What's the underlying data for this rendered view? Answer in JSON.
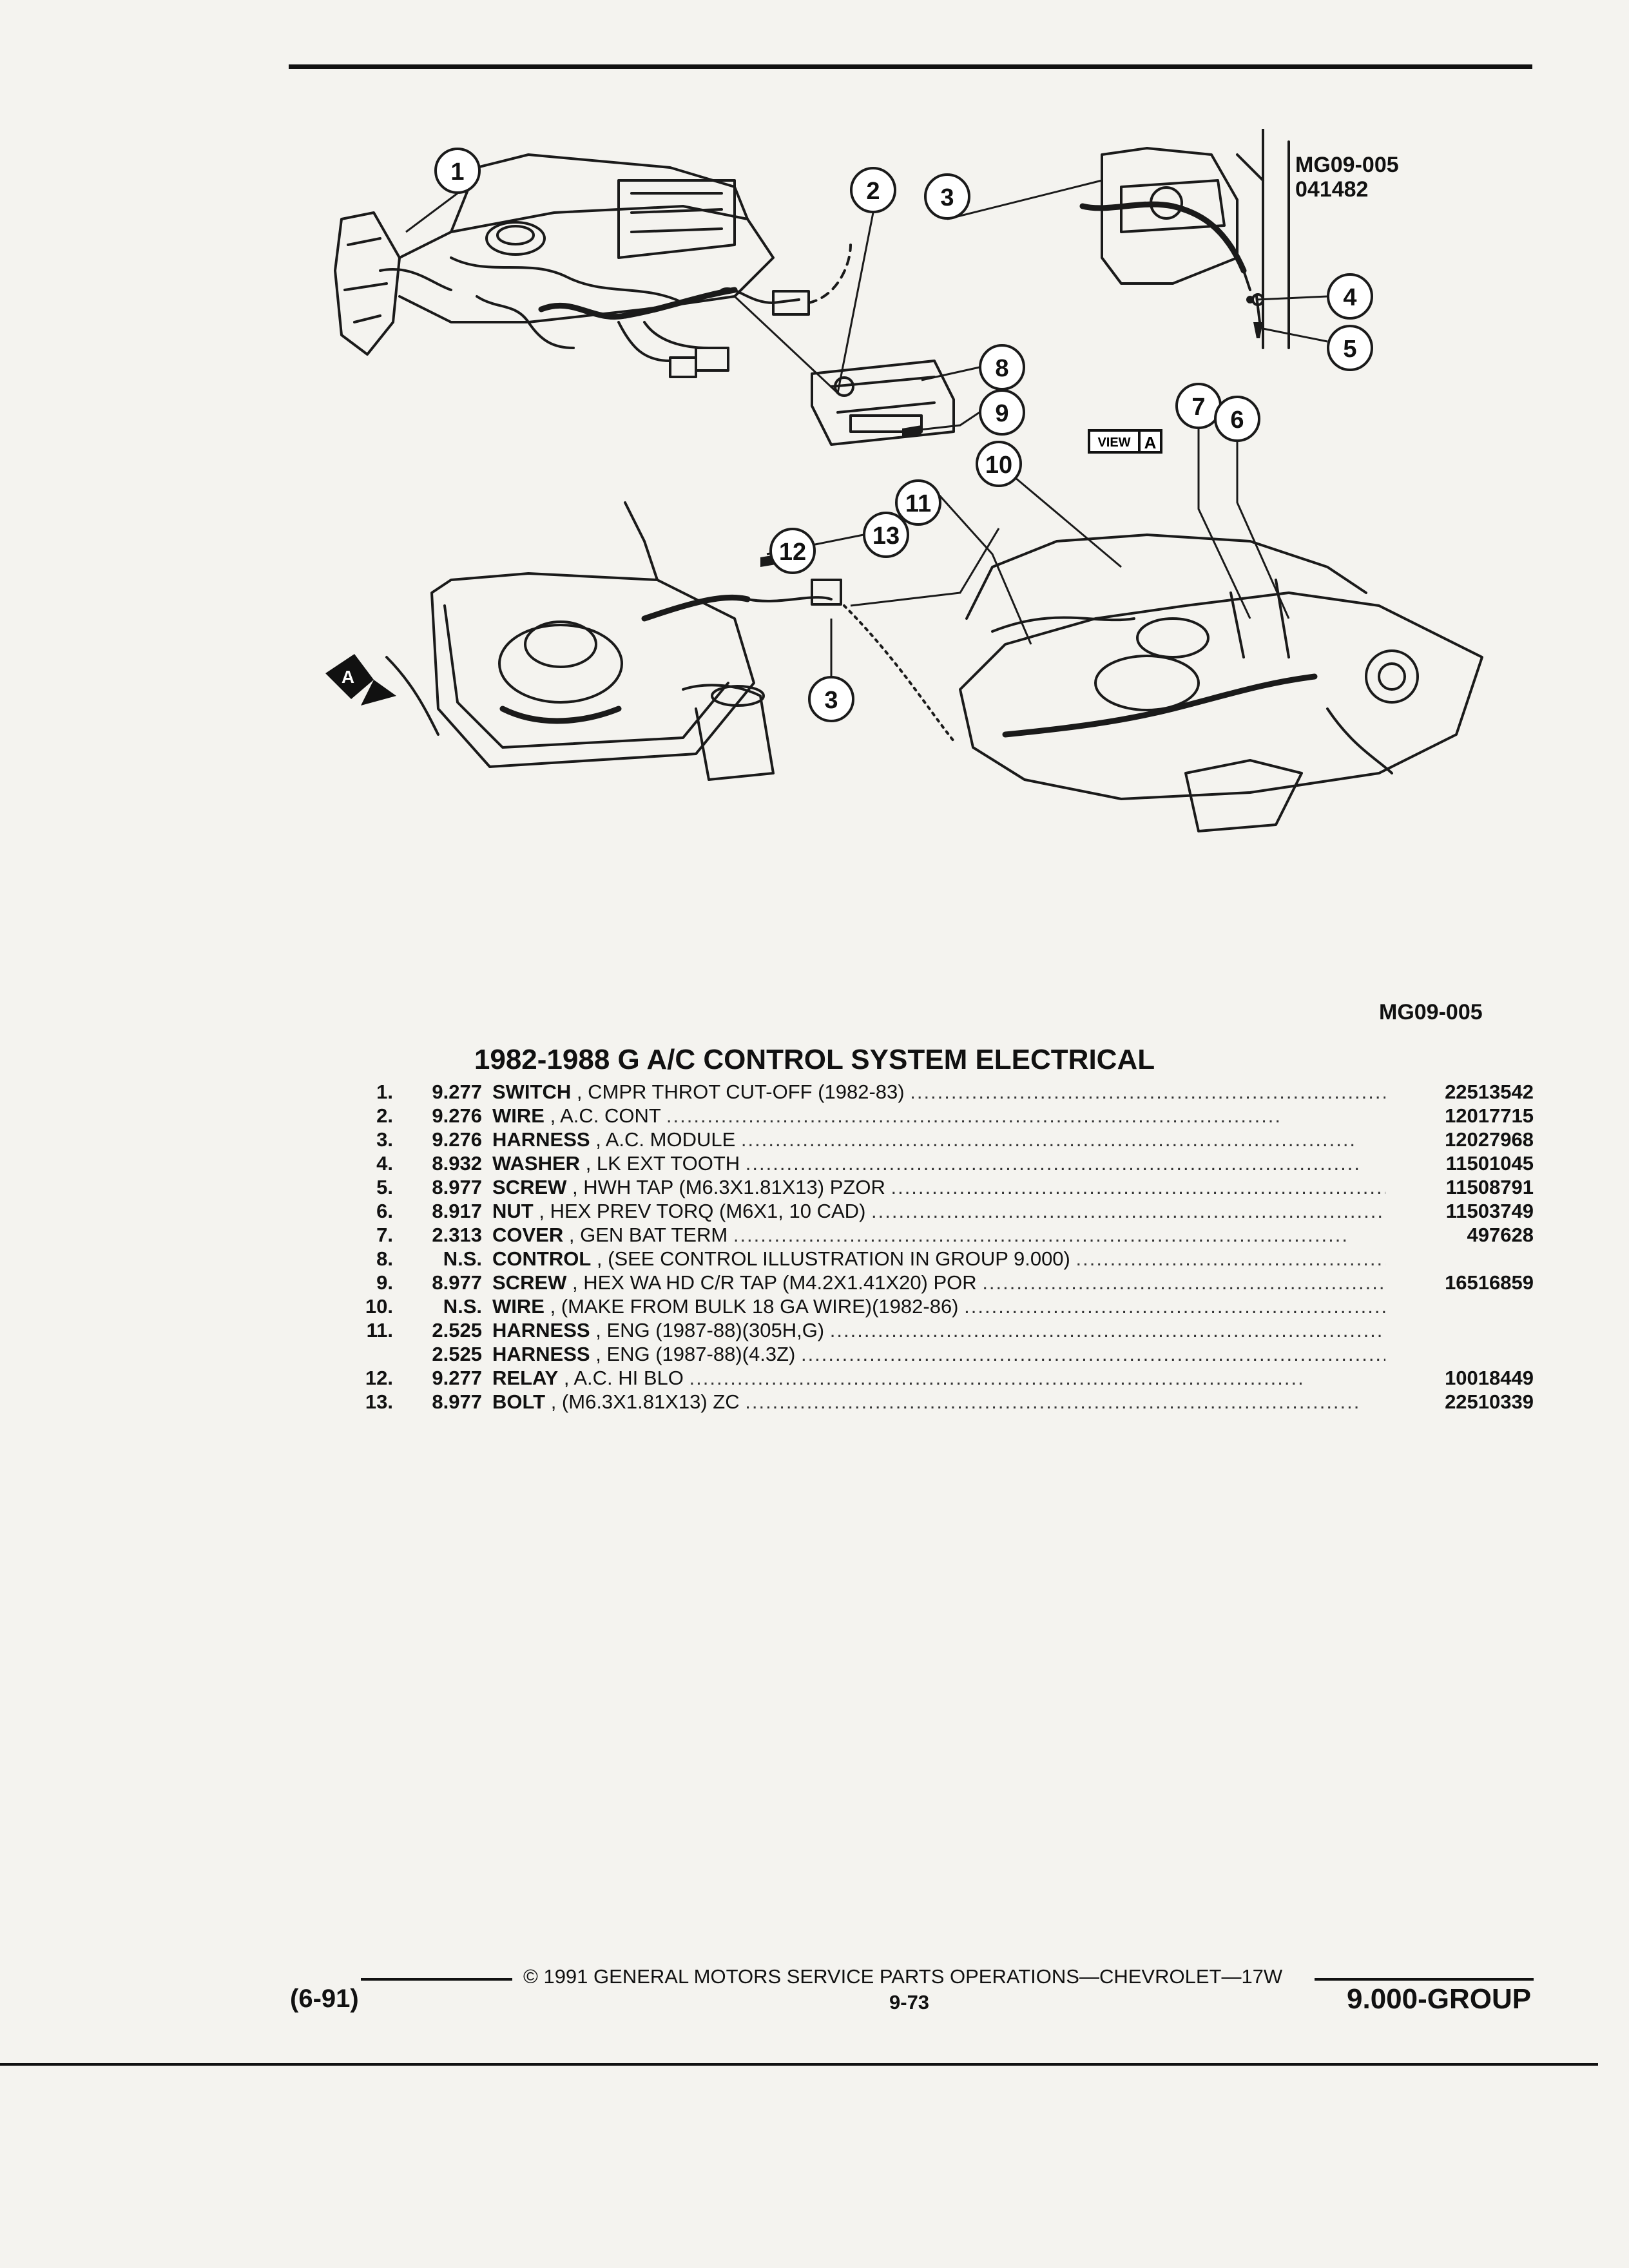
{
  "figure": {
    "id_top": "MG09-005",
    "date_code": "041482",
    "id_bottom": "MG09-005",
    "view_label": "VIEW",
    "view_letter": "A",
    "arrow_letter": "A",
    "callouts": [
      "1",
      "2",
      "3",
      "4",
      "5",
      "8",
      "9",
      "13",
      "10",
      "7",
      "6",
      "12",
      "11",
      "3"
    ]
  },
  "title": "1982-1988 G A/C CONTROL SYSTEM ELECTRICAL",
  "parts": [
    {
      "num": "1.",
      "group": "9.277",
      "name": "SWITCH",
      "desc": ", CMPR THROT CUT-OFF (1982-83)",
      "part": "22513542"
    },
    {
      "num": "2.",
      "group": "9.276",
      "name": "WIRE",
      "desc": ", A.C. CONT",
      "part": "12017715"
    },
    {
      "num": "3.",
      "group": "9.276",
      "name": "HARNESS",
      "desc": ", A.C. MODULE",
      "part": "12027968"
    },
    {
      "num": "4.",
      "group": "8.932",
      "name": "WASHER",
      "desc": ", LK EXT TOOTH",
      "part": "11501045"
    },
    {
      "num": "5.",
      "group": "8.977",
      "name": "SCREW",
      "desc": ", HWH TAP (M6.3X1.81X13) PZOR",
      "part": "11508791"
    },
    {
      "num": "6.",
      "group": "8.917",
      "name": "NUT",
      "desc": ", HEX PREV TORQ (M6X1, 10 CAD)",
      "part": "11503749"
    },
    {
      "num": "7.",
      "group": "2.313",
      "name": "COVER",
      "desc": ", GEN BAT TERM",
      "part": "497628"
    },
    {
      "num": "8.",
      "group": "N.S.",
      "name": "CONTROL",
      "desc": ", (SEE CONTROL ILLUSTRATION IN GROUP 9.000)",
      "part": ""
    },
    {
      "num": "9.",
      "group": "8.977",
      "name": "SCREW",
      "desc": ", HEX WA HD C/R TAP (M4.2X1.41X20) POR",
      "part": "16516859"
    },
    {
      "num": "10.",
      "group": "N.S.",
      "name": "WIRE",
      "desc": ", (MAKE FROM BULK 18 GA WIRE)(1982-86)",
      "part": ""
    },
    {
      "num": "11.",
      "group": "2.525",
      "name": "HARNESS",
      "desc": ", ENG (1987-88)(305H,G)",
      "part": ""
    },
    {
      "num": "",
      "group": "2.525",
      "name": "HARNESS",
      "desc": ", ENG (1987-88)(4.3Z)",
      "part": ""
    },
    {
      "num": "12.",
      "group": "9.277",
      "name": "RELAY",
      "desc": ", A.C. HI BLO",
      "part": "10018449"
    },
    {
      "num": "13.",
      "group": "8.977",
      "name": "BOLT",
      "desc": ", (M6.3X1.81X13) ZC",
      "part": "22510339"
    }
  ],
  "footer": {
    "copyright": "© 1991 GENERAL MOTORS SERVICE PARTS OPERATIONS—CHEVROLET—17W",
    "date": "(6-91)",
    "page": "9-73",
    "group": "9.000-GROUP"
  }
}
